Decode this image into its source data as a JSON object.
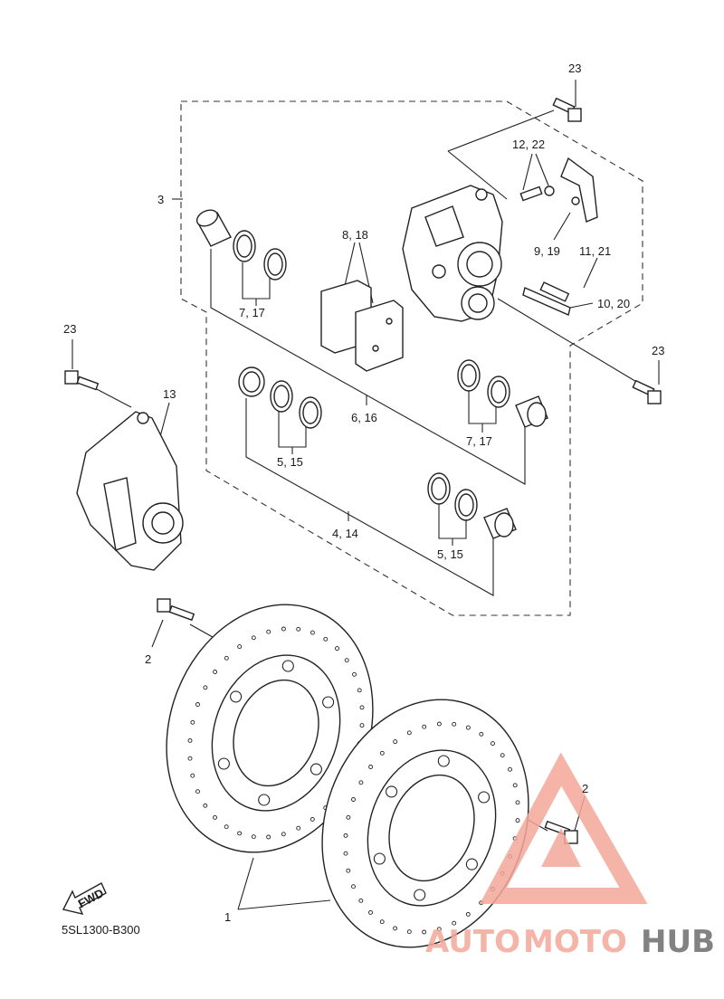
{
  "diagram_code": "5SL1300-B300",
  "fwd_label": "FWD",
  "watermark": {
    "part1": "AUTO",
    "part2": "MOTO",
    "part3": "HUB",
    "color_main": "#f4a79a",
    "color_dark": "#6d6d6d"
  },
  "callouts": [
    {
      "id": "c23a",
      "text": "23"
    },
    {
      "id": "c1222",
      "text": "12, 22"
    },
    {
      "id": "c3",
      "text": "3"
    },
    {
      "id": "c818",
      "text": "8, 18"
    },
    {
      "id": "c919",
      "text": "9, 19"
    },
    {
      "id": "c1121",
      "text": "11, 21"
    },
    {
      "id": "c717a",
      "text": "7, 17"
    },
    {
      "id": "c1020",
      "text": "10, 20"
    },
    {
      "id": "c23b",
      "text": "23"
    },
    {
      "id": "c23c",
      "text": "23"
    },
    {
      "id": "c13",
      "text": "13"
    },
    {
      "id": "c616",
      "text": "6, 16"
    },
    {
      "id": "c717b",
      "text": "7, 17"
    },
    {
      "id": "c515a",
      "text": "5, 15"
    },
    {
      "id": "c414",
      "text": "4, 14"
    },
    {
      "id": "c515b",
      "text": "5, 15"
    },
    {
      "id": "c2a",
      "text": "2"
    },
    {
      "id": "c2b",
      "text": "2"
    },
    {
      "id": "c1",
      "text": "1"
    }
  ]
}
